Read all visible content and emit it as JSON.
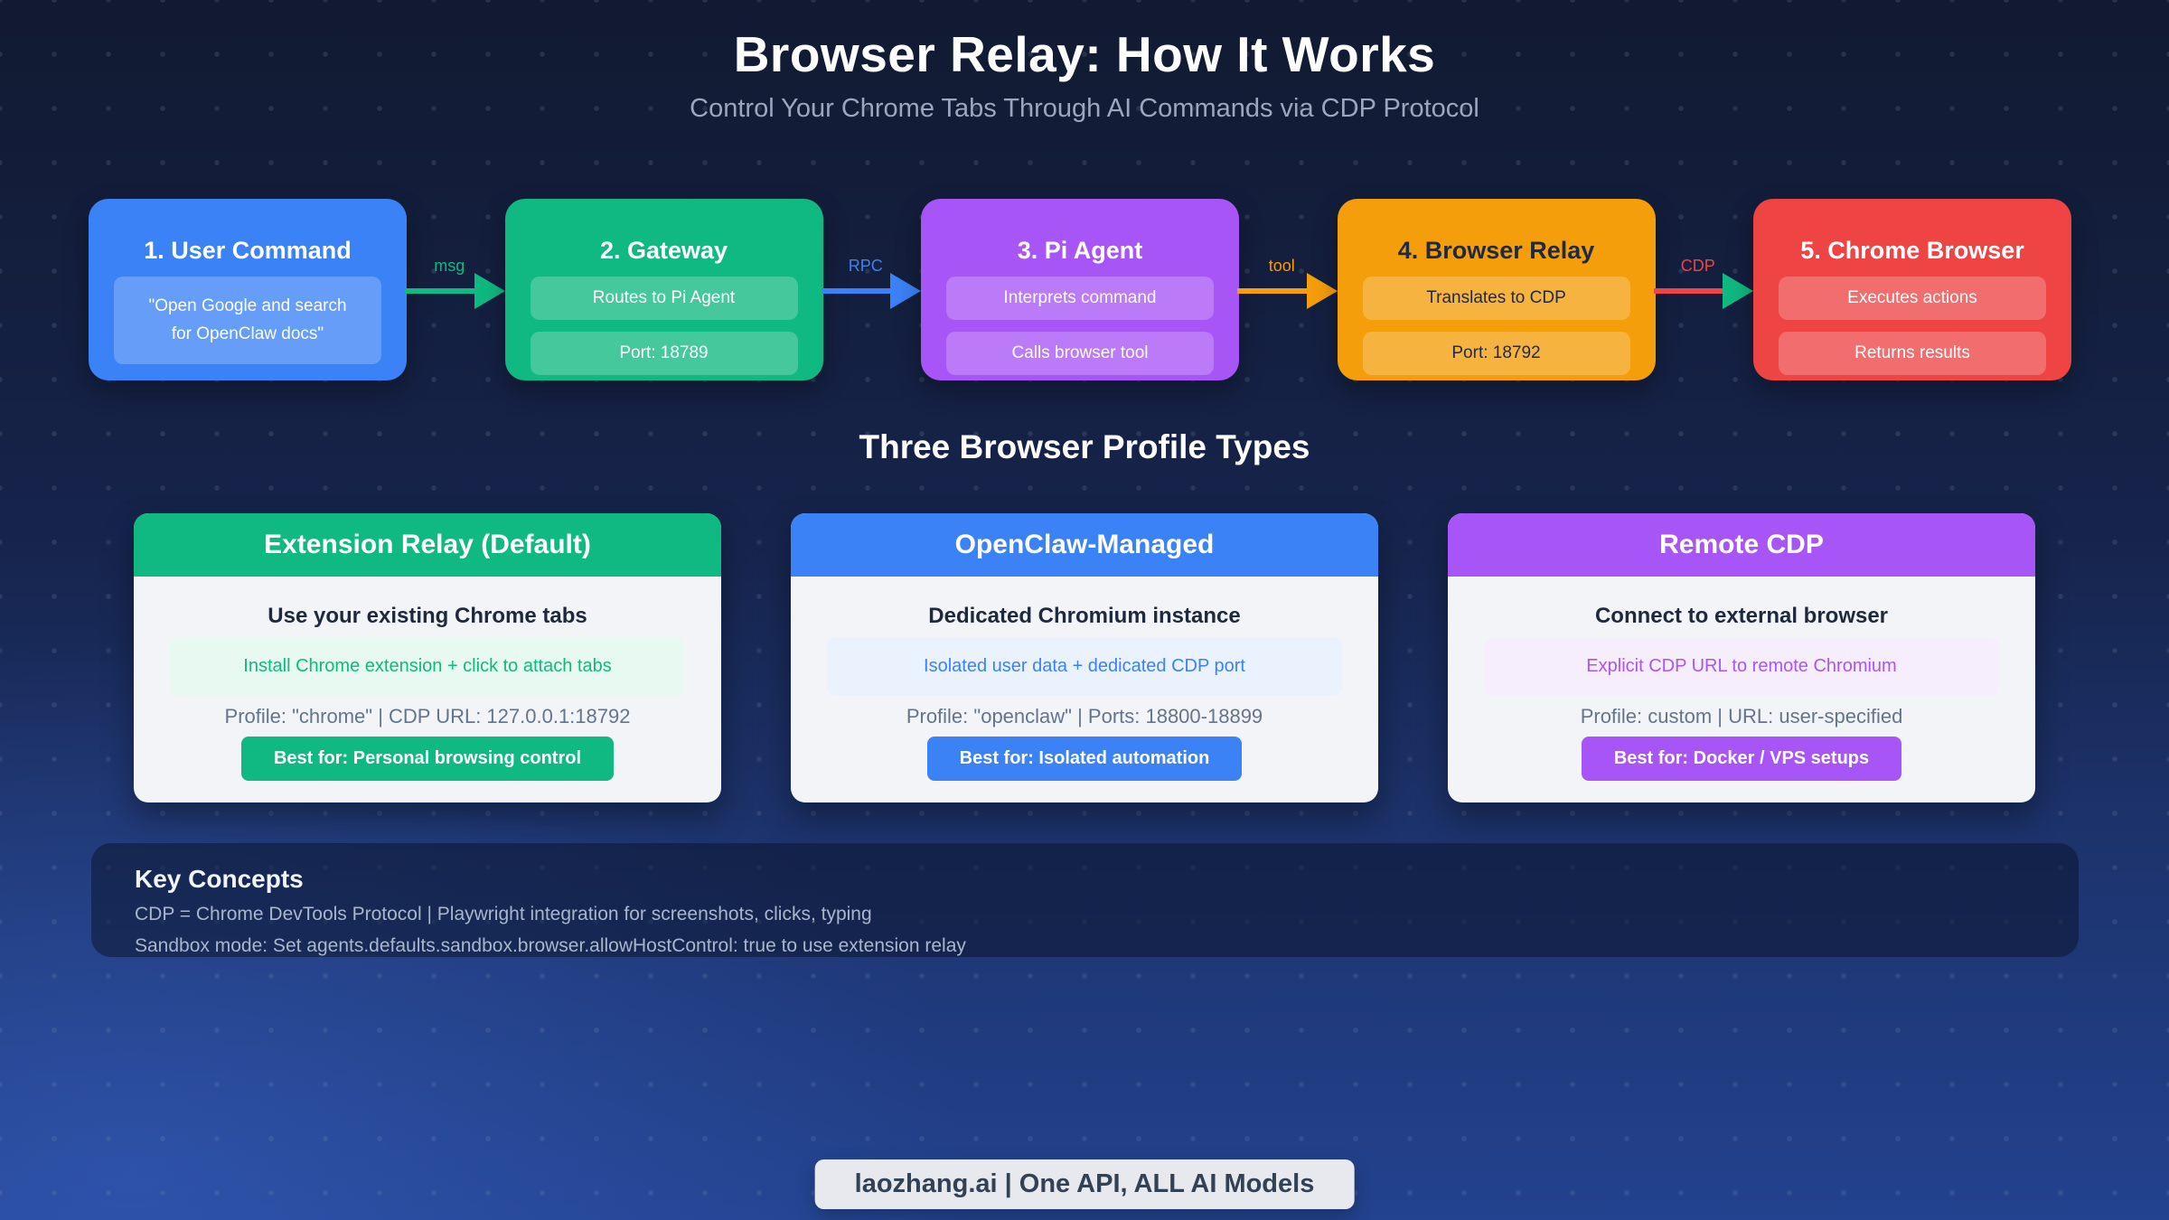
{
  "page": {
    "title": "Browser Relay: How It Works",
    "subtitle": "Control Your Chrome Tabs Through AI Commands via CDP Protocol"
  },
  "flow": {
    "steps": [
      {
        "title": "1. User Command",
        "color": "#3b82f6",
        "pills": [
          "\"Open Google and search for OpenClaw docs\""
        ]
      },
      {
        "title": "2. Gateway",
        "color": "#10b981",
        "pills": [
          "Routes to Pi Agent",
          "Port: 18789"
        ]
      },
      {
        "title": "3. Pi Agent",
        "color": "#a855f7",
        "pills": [
          "Interprets command",
          "Calls browser tool"
        ]
      },
      {
        "title": "4. Browser Relay",
        "color": "#f59e0b",
        "pills": [
          "Translates to CDP",
          "Port: 18792"
        ]
      },
      {
        "title": "5. Chrome Browser",
        "color": "#ef4444",
        "pills": [
          "Executes actions",
          "Returns results"
        ]
      }
    ],
    "arrows": [
      {
        "label": "msg",
        "line_color": "#10b981",
        "head_color": "#10b981"
      },
      {
        "label": "RPC",
        "line_color": "#3b82f6",
        "head_color": "#3b82f6"
      },
      {
        "label": "tool",
        "line_color": "#f59e0b",
        "head_color": "#f59e0b"
      },
      {
        "label": "CDP",
        "line_color": "#ef4444",
        "head_color": "#10b981"
      }
    ]
  },
  "profiles": {
    "heading": "Three Browser Profile Types",
    "cards": [
      {
        "header": "Extension Relay (Default)",
        "color": "#10b981",
        "tagline": "Use your existing Chrome tabs",
        "highlight": "Install Chrome extension + click to attach tabs",
        "details": "Profile: \"chrome\" | CDP URL: 127.0.0.1:18792",
        "badge": "Best for: Personal browsing control"
      },
      {
        "header": "OpenClaw-Managed",
        "color": "#3b82f6",
        "tagline": "Dedicated Chromium instance",
        "highlight": "Isolated user data + dedicated CDP port",
        "details": "Profile: \"openclaw\" | Ports: 18800-18899",
        "badge": "Best for: Isolated automation"
      },
      {
        "header": "Remote CDP",
        "color": "#a855f7",
        "tagline": "Connect to external browser",
        "highlight": "Explicit CDP URL to remote Chromium",
        "details": "Profile: custom | URL: user-specified",
        "badge": "Best for: Docker / VPS setups"
      }
    ]
  },
  "key_concepts": {
    "heading": "Key Concepts",
    "lines": [
      "CDP = Chrome DevTools Protocol | Playwright integration for screenshots, clicks, typing",
      "Sandbox mode: Set agents.defaults.sandbox.browser.allowHostControl: true to use extension relay"
    ]
  },
  "footer": {
    "text": "laozhang.ai | One API, ALL AI Models"
  }
}
